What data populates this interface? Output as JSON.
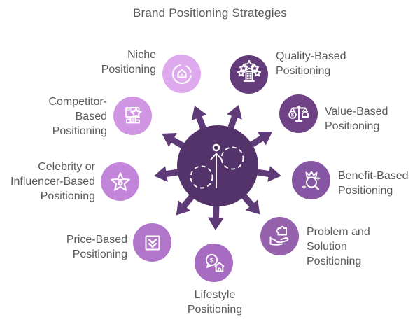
{
  "title": "Brand Positioning Strategies",
  "colors": {
    "background": "#ffffff",
    "hub": "#54336a",
    "arrow": "#5e3b76",
    "label_text": "#58595b",
    "icon_stroke": "#ffffff"
  },
  "hub": {
    "icon": "reposition-arrow-icon"
  },
  "glyphs": {
    "dollar": "$",
    "first_place": "1"
  },
  "nodes": [
    {
      "id": "niche",
      "label": "Niche\nPositioning",
      "icon": "house-in-rings-icon",
      "color": "#dfa9ee"
    },
    {
      "id": "quality",
      "label": "Quality-Based\nPositioning",
      "icon": "building-with-stars-icon",
      "color": "#643c7c"
    },
    {
      "id": "value",
      "label": "Value-Based\nPositioning",
      "icon": "balance-scale-icon",
      "color": "#6f4285"
    },
    {
      "id": "benefit",
      "label": "Benefit-Based\nPositioning",
      "icon": "crown-magnifier-icon",
      "color": "#8655a4"
    },
    {
      "id": "problem",
      "label": "Problem and\nSolution\nPositioning",
      "icon": "hand-puzzle-icon",
      "color": "#9561ad"
    },
    {
      "id": "lifestyle",
      "label": "Lifestyle\nPositioning",
      "icon": "dollar-bubble-house-icon",
      "color": "#a76cc2"
    },
    {
      "id": "price",
      "label": "Price-Based\nPositioning",
      "icon": "chevron-down-box-icon",
      "color": "#b176ca"
    },
    {
      "id": "celebrity",
      "label": "Celebrity or\nInfluencer-Based\nPositioning",
      "icon": "star-face-icon",
      "color": "#c385d9"
    },
    {
      "id": "competitor",
      "label": "Competitor-\nBased\nPositioning",
      "icon": "podium-browser-icon",
      "color": "#d096e3"
    }
  ]
}
